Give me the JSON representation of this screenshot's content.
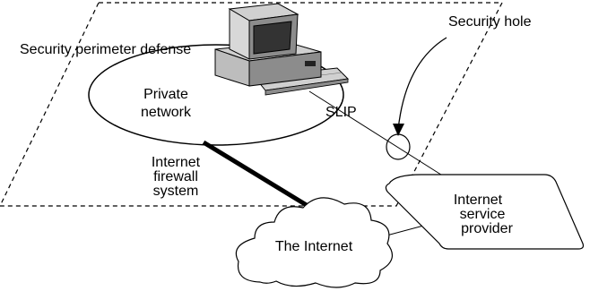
{
  "diagram": {
    "perimeter_label": "Security perimeter defense",
    "private_network_label": [
      "Private",
      "network"
    ],
    "slip_label": "SLIP",
    "security_hole_label": "Security hole",
    "firewall_label": [
      "Internet",
      "firewall",
      "system"
    ],
    "isp_label": [
      "Internet",
      "service",
      "provider"
    ],
    "internet_label": "The Internet"
  },
  "colors": {
    "stroke": "#000000",
    "background": "#ffffff",
    "computer_dark": "#333333",
    "computer_mid": "#8c8c8c",
    "computer_light": "#d0d0d0"
  }
}
